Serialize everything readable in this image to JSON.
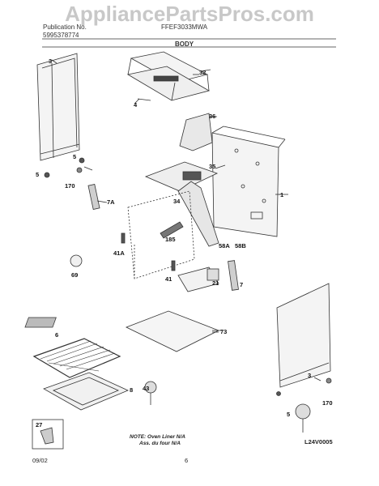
{
  "watermark": "AppliancePartsPros.com",
  "header": {
    "publication_label": "Publication No.",
    "publication_number": "5995378774",
    "model": "FFEF3033MWA",
    "section": "BODY"
  },
  "parts": {
    "p1": "1",
    "p3a": "3",
    "p3b": "3",
    "p4": "4",
    "p5a": "5",
    "p5b": "5",
    "p6": "6",
    "p7": "7",
    "p7a": "7A",
    "p8": "8",
    "p21": "21",
    "p27": "27",
    "p32": "32",
    "p34": "34",
    "p35": "35",
    "p36": "36",
    "p41": "41",
    "p41a": "41A",
    "p43": "43",
    "p58a": "58A",
    "p58b": "58B",
    "p69": "69",
    "p73": "73",
    "p170a": "170",
    "p170b": "170",
    "p185": "185"
  },
  "note": {
    "line1": "NOTE: Oven Liner N/A",
    "line2": "Ass. du four N/A"
  },
  "diagram_code": "L24V0005",
  "footer": {
    "date": "09/02",
    "page": "6"
  }
}
